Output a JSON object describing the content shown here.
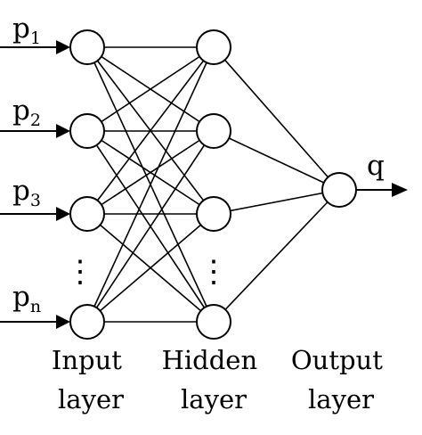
{
  "inputs": [
    {
      "main": "p",
      "sub": "1"
    },
    {
      "main": "p",
      "sub": "2"
    },
    {
      "main": "p",
      "sub": "3"
    },
    {
      "main": "p",
      "sub": "n"
    }
  ],
  "output": "q",
  "layers": {
    "input": {
      "line1": "Input",
      "line2": "layer"
    },
    "hidden": {
      "line1": "Hidden",
      "line2": "layer"
    },
    "output": {
      "line1": "Output",
      "line2": "layer"
    }
  },
  "ellipsis": "⋮",
  "colors": {
    "stroke": "#000000",
    "fill": "#ffffff"
  }
}
